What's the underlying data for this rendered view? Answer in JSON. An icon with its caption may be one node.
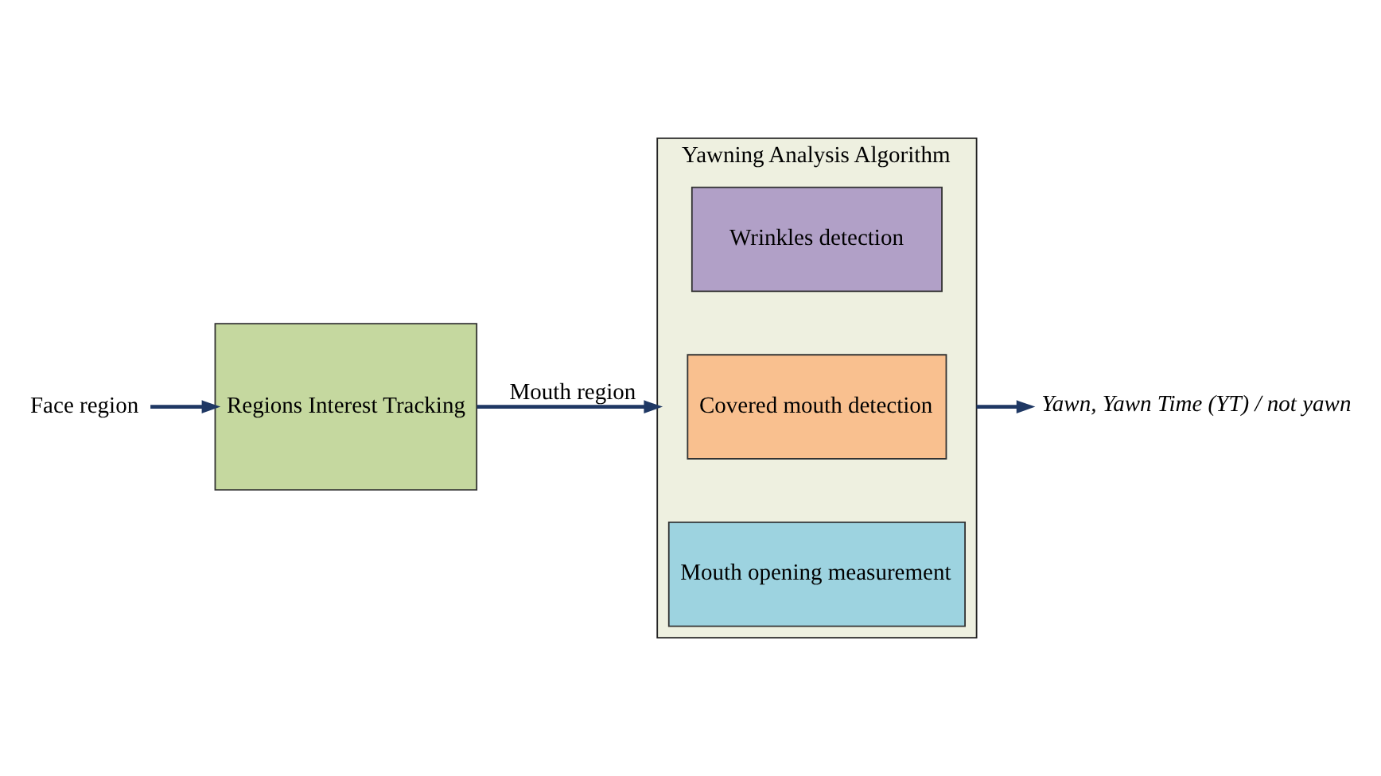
{
  "diagram": {
    "nodes": [
      {
        "text": [
          "Face region"
        ]
      },
      {
        "text": [
          "Regions Interest Tracking"
        ]
      },
      {
        "text": [
          "Yawning Analysis Algorithm"
        ]
      },
      {
        "text": [
          "Mouth opening measurement"
        ],
        "in": 2
      },
      {
        "text": [
          "Covered mouth detection"
        ],
        "in": 2
      },
      {
        "text": [
          "Wrinkles detection"
        ],
        "in": 2
      },
      {
        "text": [
          "Yawn, Yawn Time (YT) / not yawn"
        ]
      }
    ],
    "edges": [
      {
        "from": 0,
        "to": 1,
        "arrow": "to"
      },
      {
        "from": 1,
        "to": 2,
        "arrow": "to",
        "label": "Mouth region"
      },
      {
        "from": 2,
        "to": 6,
        "arrow": "to"
      }
    ]
  }
}
